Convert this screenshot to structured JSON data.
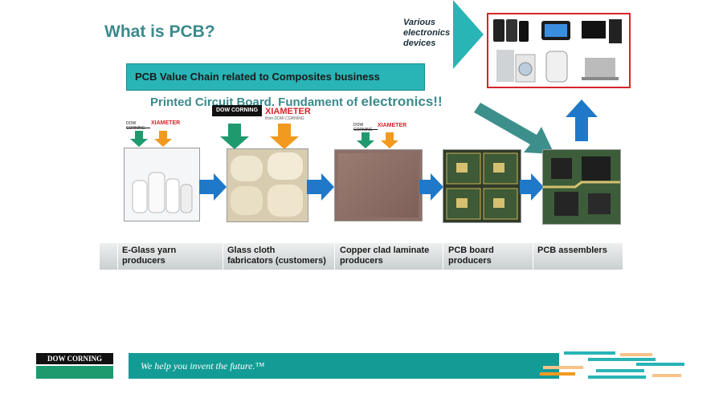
{
  "slide": {
    "title": "What is PCB?",
    "banner": "PCB Value Chain related to Composites business",
    "subtitle_prefix": "Printed Circuit Board. Fundament of ",
    "subtitle_emph": "electronics!!",
    "callout": "Various electronics devices"
  },
  "stages": [
    {
      "label": "E-Glass yarn producers"
    },
    {
      "label": "Glass cloth fabricators (customers)"
    },
    {
      "label": "Copper clad laminate producers"
    },
    {
      "label": "PCB board producers"
    },
    {
      "label": "PCB assemblers"
    }
  ],
  "logos": {
    "dow": "DOW CORNING",
    "xiameter": "XIAMETER",
    "xiameter_sub": "from DOW CORNING"
  },
  "footer": {
    "tagline": "We help you invent the future.™",
    "logo": "DOW CORNING"
  },
  "colors": {
    "teal": "#29b4b6",
    "teal_dark": "#139c96",
    "title": "#3a8a8c",
    "blue_arrow": "#1f78c8",
    "orange_arrow": "#f19a1e",
    "green_arrow": "#1f9a6e",
    "red_border": "#d8232a"
  }
}
